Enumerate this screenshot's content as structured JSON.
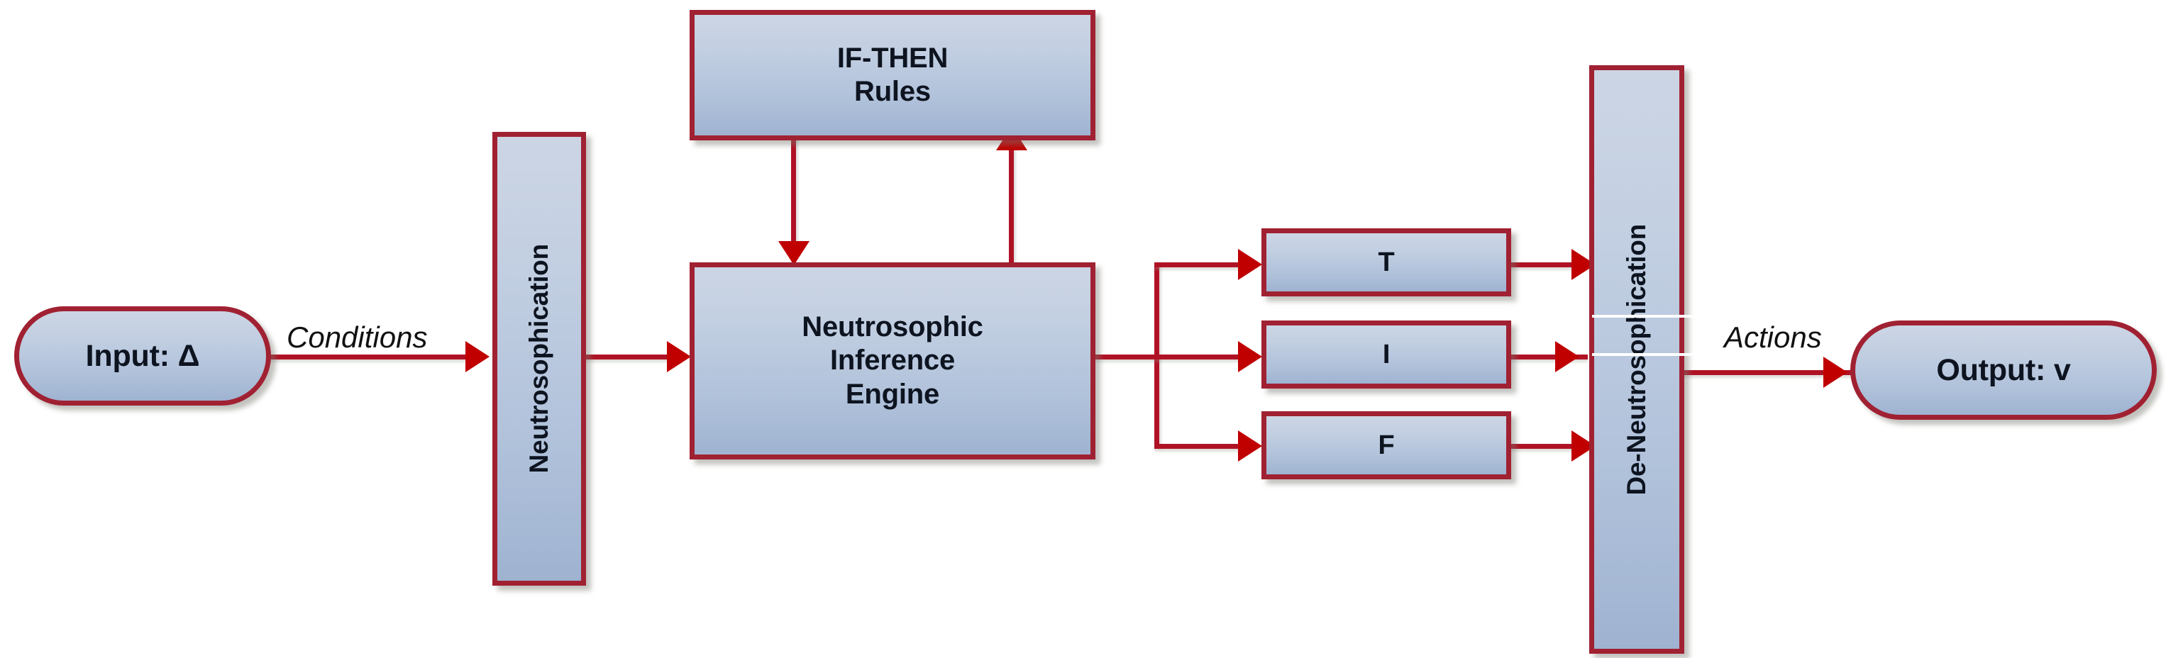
{
  "diagram": {
    "title": "Neutrosophic Inference System Block Diagram",
    "colors": {
      "node_border": "#a02132",
      "node_fill_top": "#ccd5e4",
      "node_fill_bottom": "#9fb3d1",
      "arrow": "#c00000",
      "text": "#0d1420",
      "background": "#ffffff"
    },
    "nodes": {
      "input": {
        "label": "Input: Δ",
        "shape": "rounded-pill"
      },
      "neutrosophication": {
        "label": "Neutrosophication",
        "shape": "vertical-bar",
        "orientation": "rotated-90"
      },
      "if_then_rules": {
        "label": "IF-THEN\nRules",
        "shape": "rectangle"
      },
      "inference_engine": {
        "label": "Neutrosophic\nInference\nEngine",
        "shape": "rectangle"
      },
      "truth": {
        "label": "T",
        "shape": "rectangle"
      },
      "indeterminacy": {
        "label": "I",
        "shape": "rectangle"
      },
      "falsity": {
        "label": "F",
        "shape": "rectangle"
      },
      "de_neutrosophication": {
        "label": "De-Neutrosophication",
        "shape": "vertical-bar",
        "orientation": "rotated-90"
      },
      "output": {
        "label": "Output: v",
        "shape": "rounded-pill"
      }
    },
    "edge_labels": {
      "conditions": "Conditions",
      "actions": "Actions"
    },
    "edges": [
      {
        "from": "input",
        "to": "neutrosophication",
        "label": "Conditions",
        "direction": "right"
      },
      {
        "from": "neutrosophication",
        "to": "inference_engine",
        "label": "",
        "direction": "right"
      },
      {
        "from": "if_then_rules",
        "to": "inference_engine",
        "label": "",
        "direction": "down"
      },
      {
        "from": "inference_engine",
        "to": "if_then_rules",
        "label": "",
        "direction": "up"
      },
      {
        "from": "inference_engine",
        "to": "truth",
        "label": "",
        "direction": "right"
      },
      {
        "from": "inference_engine",
        "to": "indeterminacy",
        "label": "",
        "direction": "right"
      },
      {
        "from": "inference_engine",
        "to": "falsity",
        "label": "",
        "direction": "right"
      },
      {
        "from": "truth",
        "to": "de_neutrosophication",
        "label": "",
        "direction": "right"
      },
      {
        "from": "indeterminacy",
        "to": "de_neutrosophication",
        "label": "",
        "direction": "right"
      },
      {
        "from": "falsity",
        "to": "de_neutrosophication",
        "label": "",
        "direction": "right"
      },
      {
        "from": "de_neutrosophication",
        "to": "output",
        "label": "Actions",
        "direction": "right"
      }
    ]
  }
}
